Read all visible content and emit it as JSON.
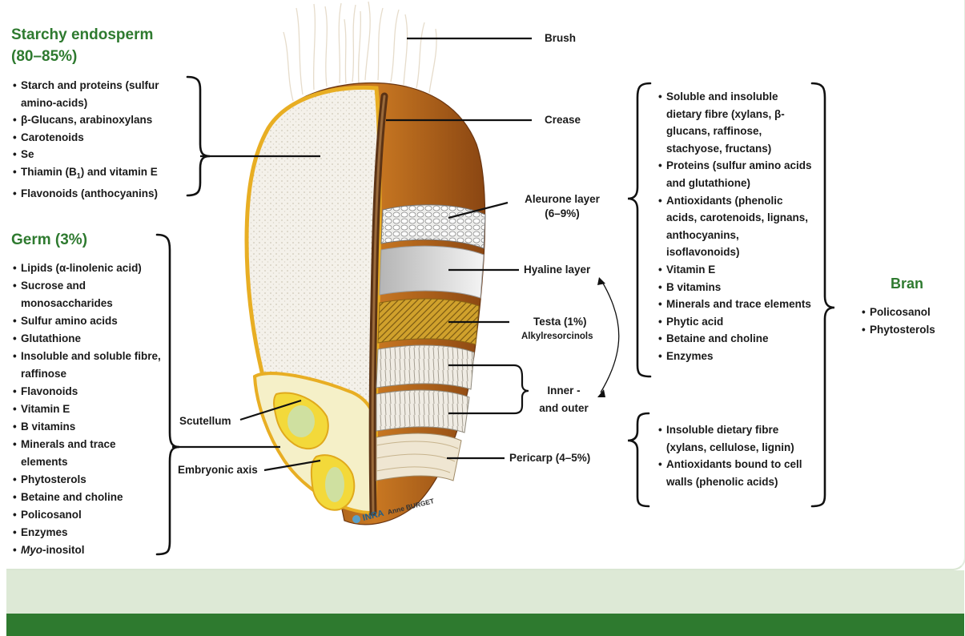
{
  "starchy_endosperm": {
    "title": "Starchy endosperm",
    "percent": "(80–85%)",
    "items": [
      "Starch and proteins (sulfur amino-acids)",
      "β-Glucans, arabinoxylans",
      "Carotenoids",
      "Se",
      "Flavonoids (anthocyanins)"
    ],
    "thiamin_prefix": "Thiamin (B",
    "thiamin_sub": "1",
    "thiamin_suffix": ") and vitamin E"
  },
  "germ": {
    "title": "Germ (3%)",
    "items": [
      "Lipids (α-linolenic acid)",
      "Sucrose and monosaccharides",
      "Sulfur amino acids",
      "Glutathione",
      "Insoluble and soluble fibre, raffinose",
      "Flavonoids",
      "Vitamin E",
      "B vitamins",
      "Minerals and trace elements",
      "Phytosterols",
      "Betaine and choline",
      "Policosanol",
      "Enzymes"
    ],
    "myo_italic": "Myo",
    "myo_rest": "-inositol"
  },
  "labels": {
    "brush": "Brush",
    "crease": "Crease",
    "aleurone": "Aleurone layer",
    "aleurone_pct": "(6–9%)",
    "hyaline": "Hyaline layer",
    "testa": "Testa (1%)",
    "alkylresorcinols": "Alkylresorcinols",
    "inner": "Inner -",
    "outer": "and outer",
    "pericarp": "Pericarp (4–5%)",
    "scutellum": "Scutellum",
    "embryonic_axis": "Embryonic axis"
  },
  "bran_components": {
    "items": [
      "Soluble and insoluble dietary fibre (xylans, β-glucans, raffinose, stachyose, fructans)",
      "Proteins (sulfur amino acids and glutathione)",
      "Antioxidants (phenolic acids, carotenoids, lignans, anthocyanins, isoflavonoids)",
      "Vitamin E",
      "B vitamins",
      "Minerals and trace elements",
      "Phytic acid",
      "Betaine and choline",
      "Enzymes"
    ]
  },
  "pericarp_components": {
    "items": [
      "Insoluble dietary fibre (xylans, cellulose, lignin)",
      "Antioxidants bound to cell walls (phenolic acids)"
    ]
  },
  "bran": {
    "title": "Bran",
    "items": [
      "Policosanol",
      "Phytosterols"
    ]
  },
  "credit": {
    "logo": "INRA",
    "author": "Anne BURGET"
  },
  "colors": {
    "heading_green": "#2e7a2f",
    "band_light": "#dde9d6",
    "band_dark": "#2e7a2f",
    "grain_outer": "#c4741c",
    "grain_rim": "#f2b52a",
    "endosperm": "#f3efe6",
    "testa": "#c99a28"
  }
}
